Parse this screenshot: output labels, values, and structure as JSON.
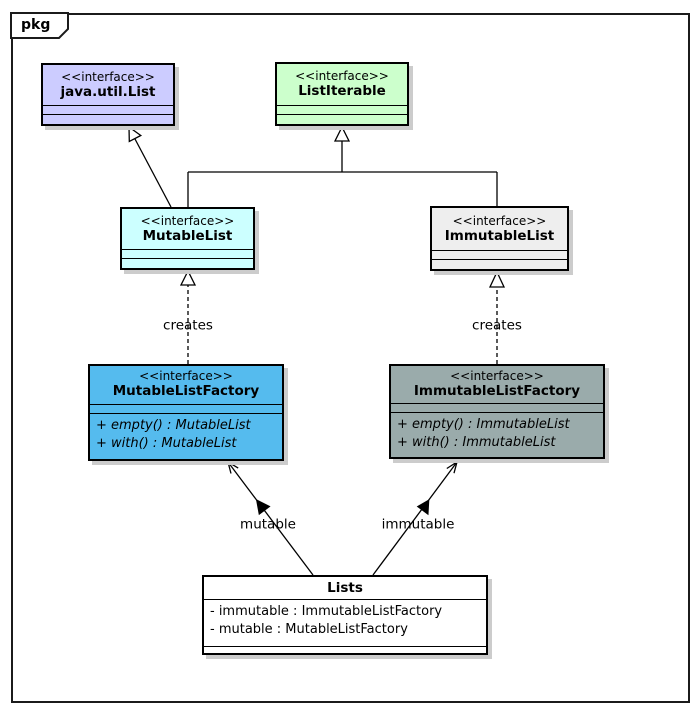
{
  "package": {
    "tab_label": "pkg"
  },
  "colors": {
    "java_util_list_fill": "#ccccff",
    "list_iterable_fill": "#ccffcc",
    "mutable_list_fill": "#ccffff",
    "immutable_list_fill": "#eeeeee",
    "mutable_list_factory_fill": "#55bbee",
    "immutable_list_factory_fill": "#9aabab",
    "lists_fill": "#ffffff"
  },
  "classes": {
    "java_util_list": {
      "stereotype": "<<interface>>",
      "name": "java.util.List"
    },
    "list_iterable": {
      "stereotype": "<<interface>>",
      "name": "ListIterable"
    },
    "mutable_list": {
      "stereotype": "<<interface>>",
      "name": "MutableList"
    },
    "immutable_list": {
      "stereotype": "<<interface>>",
      "name": "ImmutableList"
    },
    "mutable_list_factory": {
      "stereotype": "<<interface>>",
      "name": "MutableListFactory",
      "methods": [
        "+ empty() : MutableList",
        "+ with() : MutableList"
      ]
    },
    "immutable_list_factory": {
      "stereotype": "<<interface>>",
      "name": "ImmutableListFactory",
      "methods": [
        "+ empty() : ImmutableList",
        "+ with() : ImmutableList"
      ]
    },
    "lists": {
      "name": "Lists",
      "attributes": [
        "- immutable : ImmutableListFactory",
        "- mutable : MutableListFactory"
      ]
    }
  },
  "relationships": {
    "creates_left_label": "creates",
    "creates_right_label": "creates",
    "mutable_label": "mutable",
    "immutable_label": "immutable",
    "edges": [
      {
        "type": "generalization",
        "from": "MutableList",
        "to": "java.util.List"
      },
      {
        "type": "generalization",
        "from": "MutableList",
        "to": "ListIterable"
      },
      {
        "type": "generalization",
        "from": "ImmutableList",
        "to": "ListIterable"
      },
      {
        "type": "dependency",
        "from": "MutableListFactory",
        "to": "MutableList",
        "label": "creates"
      },
      {
        "type": "dependency",
        "from": "ImmutableListFactory",
        "to": "ImmutableList",
        "label": "creates"
      },
      {
        "type": "association",
        "from": "Lists",
        "to": "MutableListFactory",
        "label": "mutable"
      },
      {
        "type": "association",
        "from": "Lists",
        "to": "ImmutableListFactory",
        "label": "immutable"
      }
    ]
  }
}
